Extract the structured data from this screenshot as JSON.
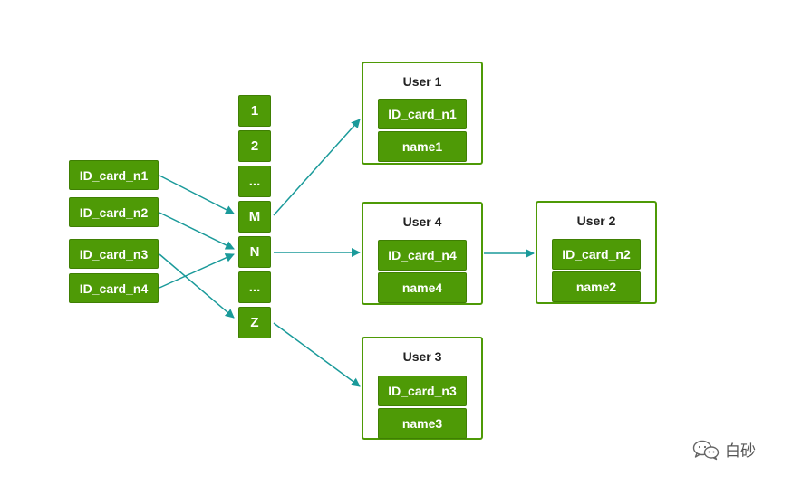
{
  "diagram": {
    "inputs": [
      "ID_card_n1",
      "ID_card_n2",
      "ID_card_n3",
      "ID_card_n4"
    ],
    "buckets": [
      "1",
      "2",
      "...",
      "M",
      "N",
      "...",
      "Z"
    ],
    "users": [
      {
        "title": "User 1",
        "id": "ID_card_n1",
        "name": "name1"
      },
      {
        "title": "User 4",
        "id": "ID_card_n4",
        "name": "name4"
      },
      {
        "title": "User 3",
        "id": "ID_card_n3",
        "name": "name3"
      },
      {
        "title": "User 2",
        "id": "ID_card_n2",
        "name": "name2"
      }
    ],
    "edges": [
      {
        "from": "ID_card_n1",
        "to": "M"
      },
      {
        "from": "ID_card_n2",
        "to": "N"
      },
      {
        "from": "ID_card_n3",
        "to": "Z"
      },
      {
        "from": "ID_card_n4",
        "to": "N"
      },
      {
        "from": "M",
        "to": "User 1"
      },
      {
        "from": "N",
        "to": "User 4"
      },
      {
        "from": "Z",
        "to": "User 3"
      },
      {
        "from": "User 4",
        "to": "User 2"
      }
    ],
    "colors": {
      "box_fill": "#4e9a06",
      "arrow": "#1a9a9a"
    }
  },
  "watermark": {
    "text": "白砂",
    "icon": "wechat-icon"
  }
}
